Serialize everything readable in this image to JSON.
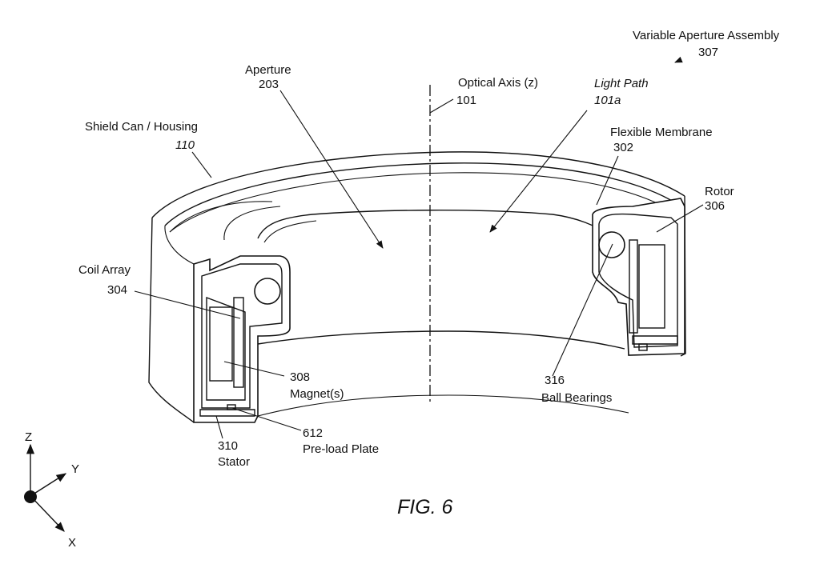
{
  "figure": {
    "title": "FIG. 6",
    "labels": {
      "assembly_name": "Variable Aperture Assembly",
      "assembly_num": "307",
      "aperture_name": "Aperture",
      "aperture_num": "203",
      "axis_name": "Optical Axis (z)",
      "axis_num": "101",
      "light_name": "Light Path",
      "light_num": "101a",
      "shield_name": "Shield Can / Housing",
      "shield_num": "110",
      "membrane_name": "Flexible Membrane",
      "membrane_num": "302",
      "rotor_name": "Rotor",
      "rotor_num": "306",
      "coil_name": "Coil Array",
      "coil_num": "304",
      "magnet_num": "308",
      "magnet_name": "Magnet(s)",
      "bearing_num": "316",
      "bearing_name": "Ball Bearings",
      "stator_num": "310",
      "stator_name": "Stator",
      "preload_num": "612",
      "preload_name": "Pre-load Plate"
    },
    "axes": {
      "z": "Z",
      "y": "Y",
      "x": "X"
    }
  }
}
